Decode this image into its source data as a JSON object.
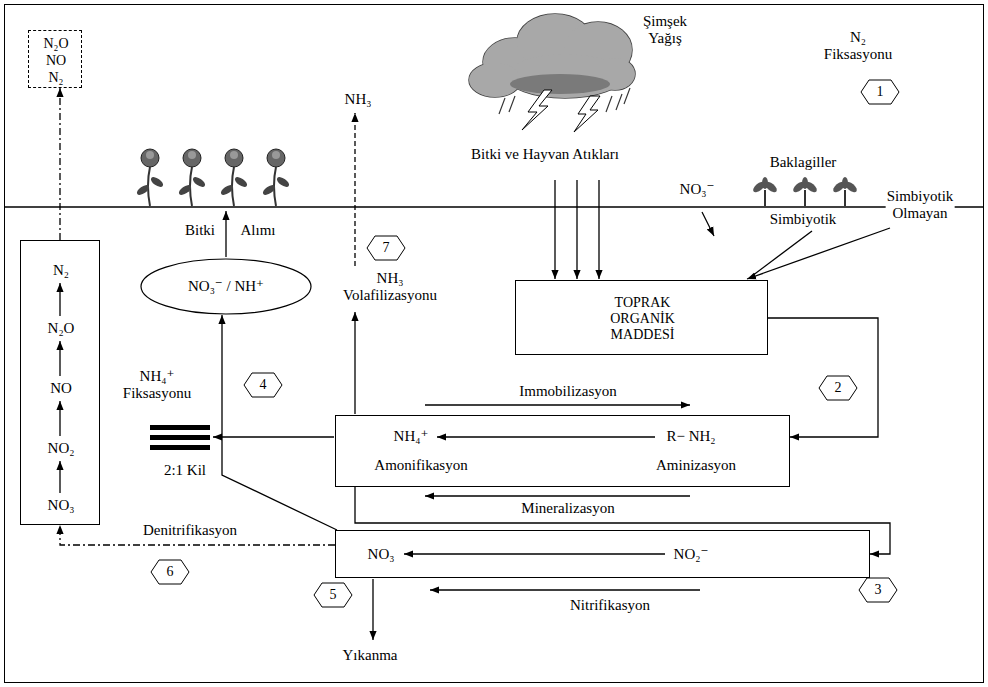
{
  "diagram": {
    "nodes": [
      {
        "text": [
          "N₂O",
          "NO",
          "N₂"
        ]
      },
      {
        "text": [
          "N₂",
          "N₂O",
          "NO",
          "NO₂",
          "NO₃"
        ]
      },
      {
        "text": [
          "NO₃⁻ / NH⁺"
        ]
      },
      {
        "text": [
          "TOPRAK ORGANİK MADDESİ"
        ]
      },
      {
        "text": [
          "NH₄⁺",
          "Amonifikasyon",
          "R− NH₂",
          "Aminizasyon"
        ]
      },
      {
        "text": [
          "NO₃",
          "NO₂⁻"
        ]
      }
    ],
    "edges": [
      {
        "from": 1,
        "to": 0,
        "arrow": "to"
      },
      {
        "from": 3,
        "to": 4,
        "arrow": "to"
      },
      {
        "from": 4,
        "to": 5,
        "arrow": "to"
      },
      {
        "from": 5,
        "to": 2,
        "arrow": "to"
      },
      {
        "from": 5,
        "to": 1,
        "arrow": "to",
        "label": "Denitrifikasyon"
      }
    ],
    "labels": [
      "Şimşek Yağış",
      "N₂ Fiksasyonu",
      "1",
      "Baklagiller",
      "Simbiyotik Olmayan",
      "NH₃",
      "Bitki ve Hayvan Atıkları",
      "NO₃⁻",
      "Bitki",
      "Alımı",
      "7",
      "NH₃ Volafilizasyonu",
      "Simbiyotik",
      "2",
      "Immobilizasyon",
      "NH₄⁺ Fiksasyonu",
      "4",
      "2:1 Kil",
      "Mineralizasyon",
      "Nitrifikasyon",
      "3",
      "5",
      "6",
      "Yıkanma"
    ]
  }
}
